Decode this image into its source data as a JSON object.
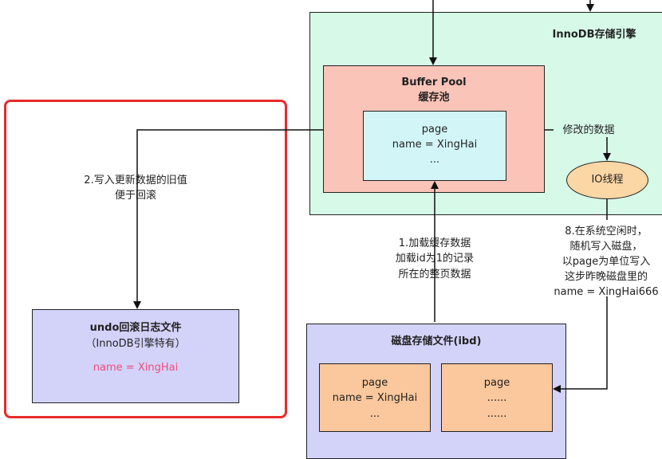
{
  "innodb": {
    "title": "InnoDB存储引擎"
  },
  "buffer_pool": {
    "title_line1": "Buffer Pool",
    "title_line2": "缓存池",
    "page": {
      "line1": "page",
      "line2": "name = XingHai",
      "line3": "..."
    }
  },
  "io_thread": {
    "label": "IO线程"
  },
  "modified_data": {
    "label": "修改的数据"
  },
  "undo_note": {
    "line1": "2.写入更新数据的旧值",
    "line2": "便于回滚"
  },
  "undo_box": {
    "title_line1": "undo回滚日志文件",
    "title_line2": "（InnoDB引擎特有）",
    "value": "name = XingHai",
    "value_color": "#f04c7a"
  },
  "load_note": {
    "line1": "1.加载缓存数据",
    "line2": "加载id为1的记录",
    "line3": "所在的整页数据"
  },
  "flush_note": {
    "line1": "8.在系统空闲时，",
    "line2": "随机写入磁盘，",
    "line3": "以page为单位写入",
    "line4": "这步昨晚磁盘里的",
    "line5": "name = XingHai666"
  },
  "disk": {
    "title": "磁盘存储文件(ibd)",
    "page1": {
      "line1": "page",
      "line2": "name = XingHai",
      "line3": "..."
    },
    "page2": {
      "line1": "page",
      "line2": "......",
      "line3": "......"
    }
  }
}
